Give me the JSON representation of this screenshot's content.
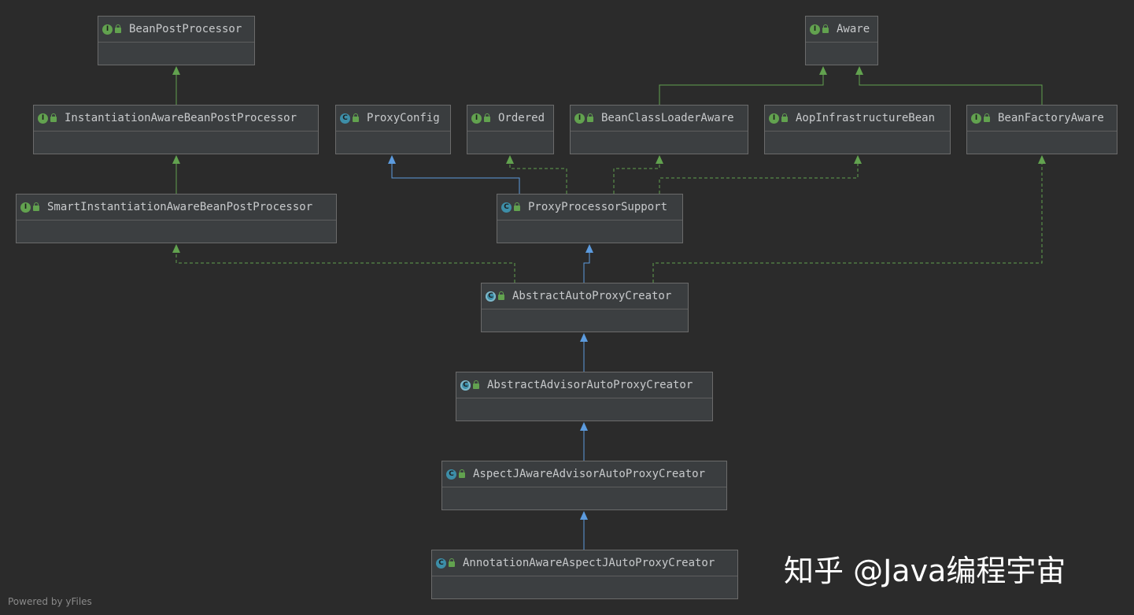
{
  "nodes": [
    {
      "id": "bpp",
      "label": "BeanPostProcessor",
      "kind": "interface",
      "icon": "interface-icon"
    },
    {
      "id": "aware",
      "label": "Aware",
      "kind": "interface",
      "icon": "interface-icon"
    },
    {
      "id": "iabpp",
      "label": "InstantiationAwareBeanPostProcessor",
      "kind": "interface",
      "icon": "interface-icon"
    },
    {
      "id": "pc",
      "label": "ProxyConfig",
      "kind": "class",
      "icon": "class-icon"
    },
    {
      "id": "ord",
      "label": "Ordered",
      "kind": "interface",
      "icon": "interface-icon"
    },
    {
      "id": "bcla",
      "label": "BeanClassLoaderAware",
      "kind": "interface",
      "icon": "interface-icon"
    },
    {
      "id": "aib",
      "label": "AopInfrastructureBean",
      "kind": "interface",
      "icon": "interface-icon"
    },
    {
      "id": "bfa",
      "label": "BeanFactoryAware",
      "kind": "interface",
      "icon": "interface-icon"
    },
    {
      "id": "siabpp",
      "label": "SmartInstantiationAwareBeanPostProcessor",
      "kind": "interface",
      "icon": "interface-icon"
    },
    {
      "id": "pps",
      "label": "ProxyProcessorSupport",
      "kind": "class",
      "icon": "class-icon"
    },
    {
      "id": "aapc",
      "label": "AbstractAutoProxyCreator",
      "kind": "abstract",
      "icon": "abstract-class-icon"
    },
    {
      "id": "aaapc",
      "label": "AbstractAdvisorAutoProxyCreator",
      "kind": "abstract",
      "icon": "abstract-class-icon"
    },
    {
      "id": "ajaapc",
      "label": "AspectJAwareAdvisorAutoProxyCreator",
      "kind": "class",
      "icon": "class-icon"
    },
    {
      "id": "aajapc",
      "label": "AnnotationAwareAspectJAutoProxyCreator",
      "kind": "class",
      "icon": "class-icon"
    }
  ],
  "edges": [
    {
      "from": "iabpp",
      "to": "bpp",
      "type": "extends-interface"
    },
    {
      "from": "siabpp",
      "to": "iabpp",
      "type": "extends-interface"
    },
    {
      "from": "bcla",
      "to": "aware",
      "type": "extends-interface"
    },
    {
      "from": "bfa",
      "to": "aware",
      "type": "extends-interface"
    },
    {
      "from": "pps",
      "to": "pc",
      "type": "extends-class"
    },
    {
      "from": "pps",
      "to": "ord",
      "type": "implements"
    },
    {
      "from": "pps",
      "to": "bcla",
      "type": "implements"
    },
    {
      "from": "pps",
      "to": "aib",
      "type": "implements"
    },
    {
      "from": "aapc",
      "to": "pps",
      "type": "extends-class"
    },
    {
      "from": "aapc",
      "to": "siabpp",
      "type": "implements"
    },
    {
      "from": "aapc",
      "to": "bfa",
      "type": "implements"
    },
    {
      "from": "aaapc",
      "to": "aapc",
      "type": "extends-class"
    },
    {
      "from": "ajaapc",
      "to": "aaapc",
      "type": "extends-class"
    },
    {
      "from": "aajapc",
      "to": "ajaapc",
      "type": "extends-class"
    }
  ],
  "colors": {
    "background": "#2b2b2b",
    "interface_edge": "#62a24f",
    "class_edge": "#5c9bde",
    "node_text": "#c8cacc"
  },
  "watermark": "知乎 @Java编程宇宙",
  "credit": "Powered by yFiles"
}
